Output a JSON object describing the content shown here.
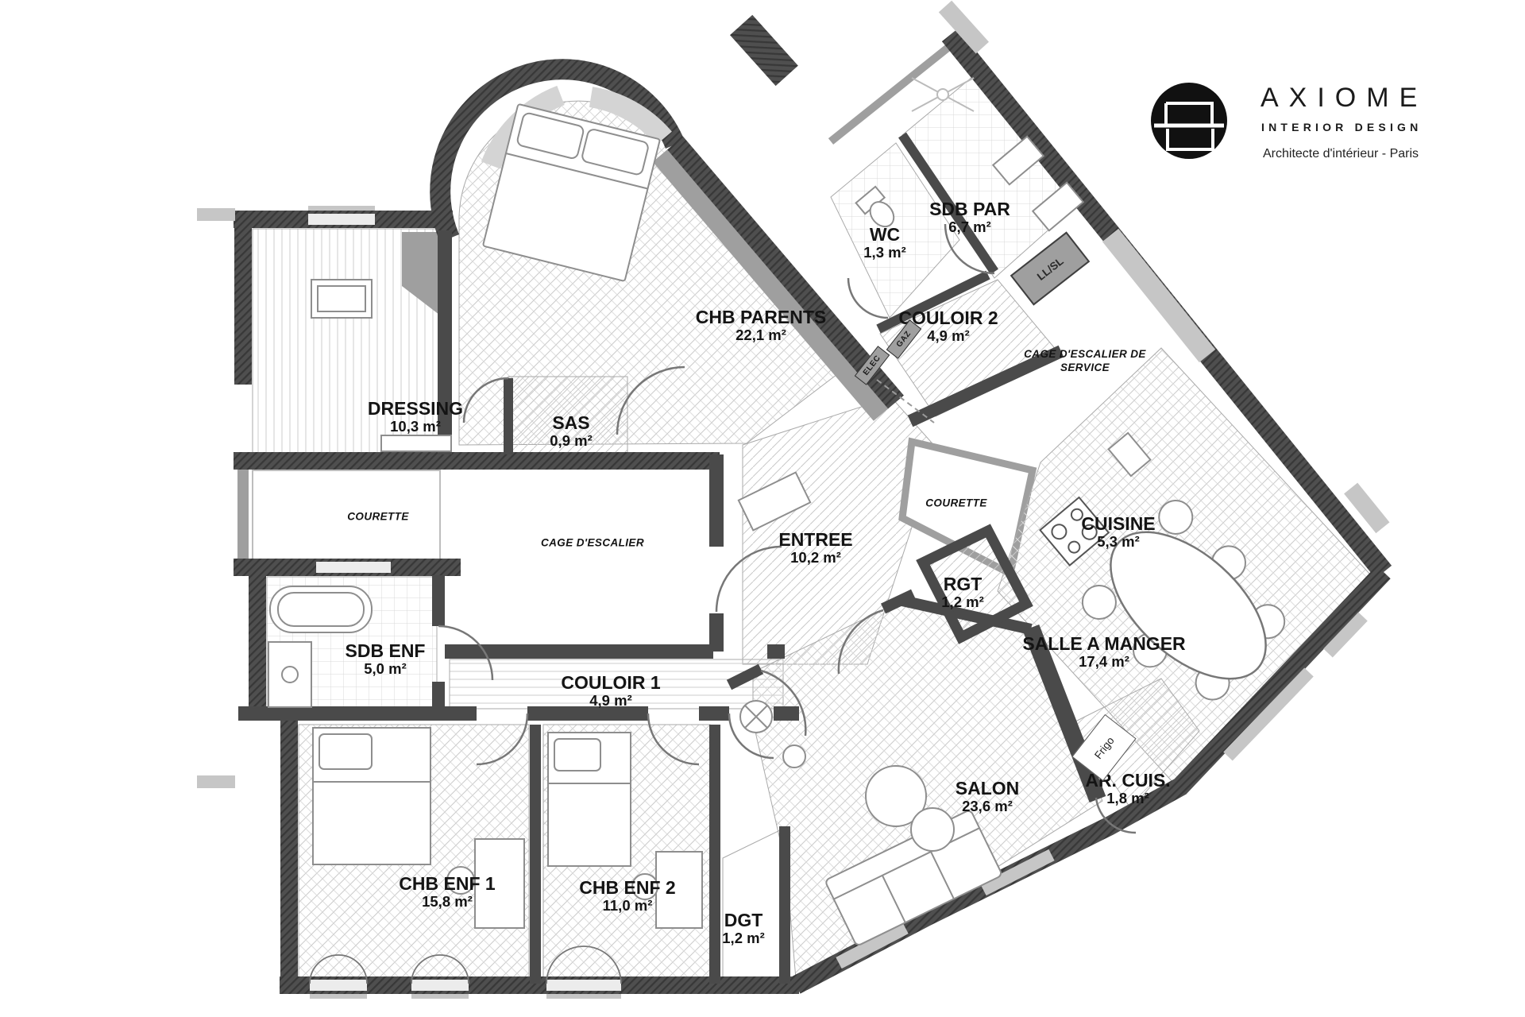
{
  "brand": {
    "name": "AXIOME",
    "tagline": "INTERIOR DESIGN",
    "subtitle": "Architecte d'intérieur - Paris"
  },
  "rooms": [
    {
      "name": "CHB PARENTS",
      "area": "22,1 m²"
    },
    {
      "name": "WC",
      "area": "1,3 m²"
    },
    {
      "name": "SDB PAR",
      "area": "6,7 m²"
    },
    {
      "name": "COULOIR 2",
      "area": "4,9 m²"
    },
    {
      "name": "DRESSING",
      "area": "10,3 m²"
    },
    {
      "name": "SAS",
      "area": "0,9 m²"
    },
    {
      "name": "ENTREE",
      "area": "10,2 m²"
    },
    {
      "name": "RGT",
      "area": "1,2 m²"
    },
    {
      "name": "CUISINE",
      "area": "5,3 m²"
    },
    {
      "name": "SALLE A MANGER",
      "area": "17,4 m²"
    },
    {
      "name": "SDB ENF",
      "area": "5,0 m²"
    },
    {
      "name": "COULOIR 1",
      "area": "4,9 m²"
    },
    {
      "name": "CHB ENF 1",
      "area": "15,8 m²"
    },
    {
      "name": "CHB ENF 2",
      "area": "11,0 m²"
    },
    {
      "name": "DGT",
      "area": "1,2 m²"
    },
    {
      "name": "SALON",
      "area": "23,6 m²"
    },
    {
      "name": "AR. CUIS.",
      "area": "1,8 m²"
    }
  ],
  "zones": [
    {
      "label": "COURETTE"
    },
    {
      "label": "CAGE D'ESCALIER"
    },
    {
      "label": "COURETTE"
    },
    {
      "label": "CAGE D'ESCALIER DE SERVICE"
    }
  ],
  "tags": {
    "elec": "ELEC",
    "gaz": "GAZ",
    "llsl": "LL/SL",
    "frigo": "Frigo"
  },
  "colors": {
    "wall_dark": "#4a4a4a",
    "wall_hatch_line": "#383838",
    "wall_gray": "#9f9f9f",
    "window_gray": "#c6c6c6",
    "floor_line": "#cccccc",
    "text": "#141414",
    "logo_bg": "#111111"
  }
}
